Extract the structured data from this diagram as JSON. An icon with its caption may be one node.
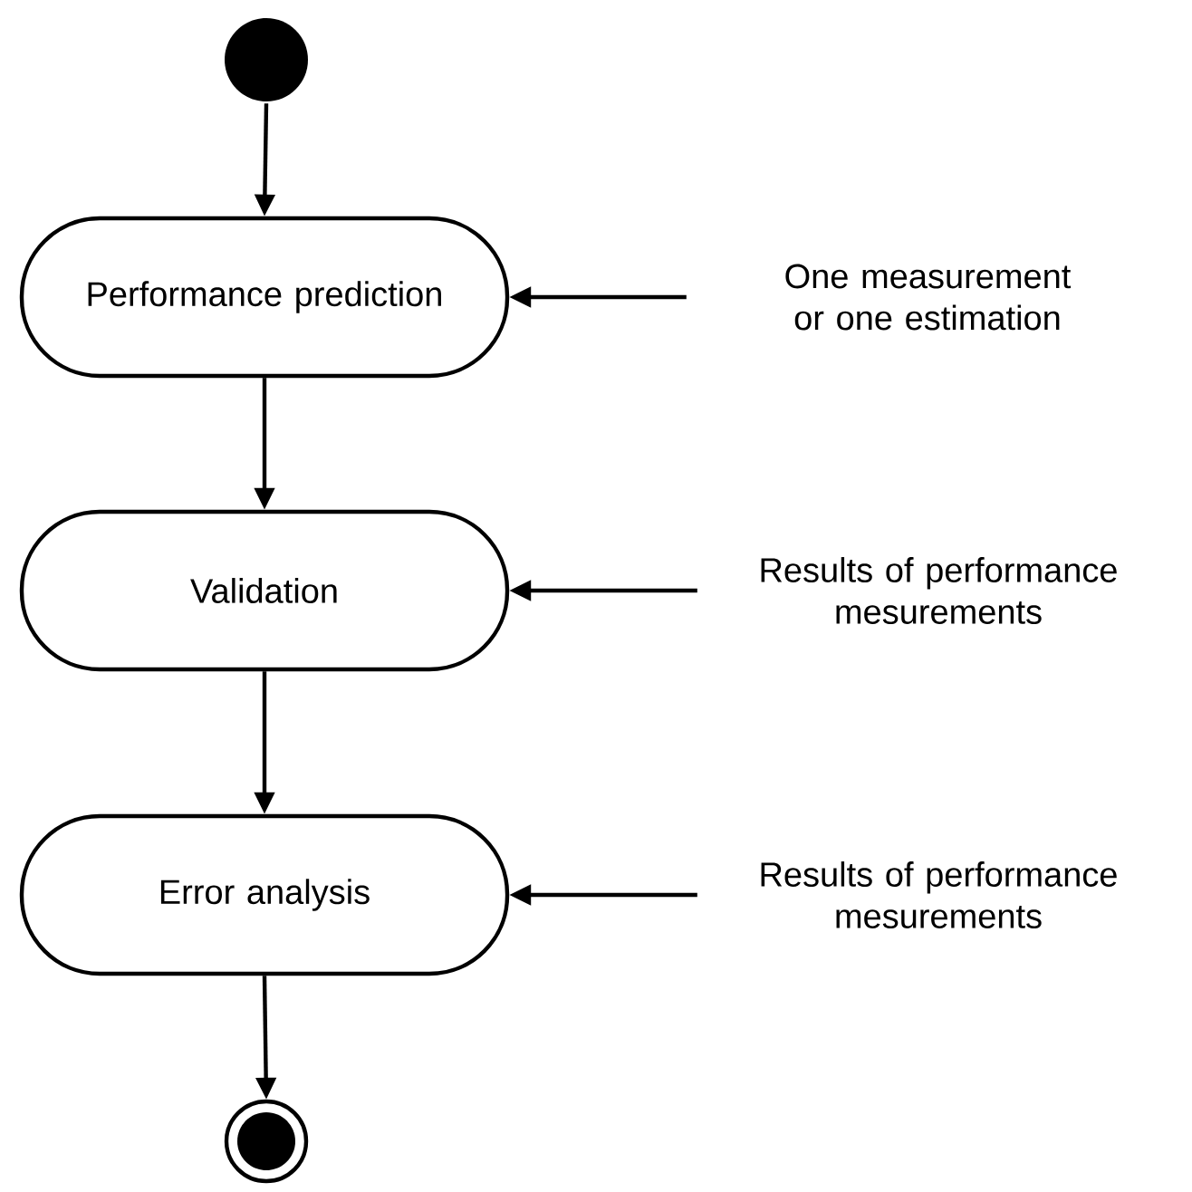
{
  "diagram": {
    "nodes": [
      {
        "text": [],
        "shape": "circle"
      },
      {
        "text": [
          "Performance prediction"
        ]
      },
      {
        "text": [
          "Validation"
        ]
      },
      {
        "text": [
          "Error analysis"
        ]
      },
      {
        "text": [],
        "shape": "bullseye"
      },
      {
        "text": [
          "One measurement or one estimation"
        ]
      },
      {
        "text": [
          "Results of performance mesurements"
        ]
      },
      {
        "text": [
          "Results of performance mesurements"
        ]
      }
    ],
    "edges": [
      {
        "from": 0,
        "to": 1,
        "arrow": "to"
      },
      {
        "from": 1,
        "to": 2,
        "arrow": "to"
      },
      {
        "from": 2,
        "to": 3,
        "arrow": "to"
      },
      {
        "from": 3,
        "to": 4,
        "arrow": "to"
      },
      {
        "from": 5,
        "to": 1,
        "arrow": "to"
      },
      {
        "from": 6,
        "to": 2,
        "arrow": "to"
      },
      {
        "from": 7,
        "to": 3,
        "arrow": "to"
      }
    ]
  }
}
